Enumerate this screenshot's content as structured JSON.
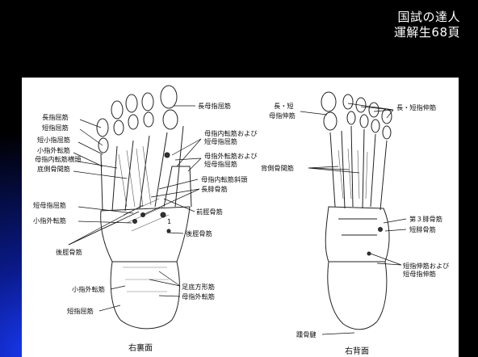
{
  "title": {
    "line1": "国試の達人",
    "line2": "運解生68頁"
  },
  "figure": {
    "left_caption": "右裏面",
    "right_caption": "右背面",
    "plantar_labels": {
      "fhl": "長母指屈筋",
      "fdl": "長指屈筋",
      "fdb_top": "短指屈筋",
      "fdmb": "短小指屈筋",
      "adm_top": "小指外転筋",
      "add_trans": "母指内転筋横頭",
      "plantar_interossei": "底側骨間筋",
      "add_and_fhb_1": "母指内転筋および",
      "add_and_fhb_2": "短母指屈筋",
      "abd_and_fhb_1": "母指外転筋および",
      "abd_and_fhb_2": "短母指屈筋",
      "add_oblique": "母指内転筋斜頭",
      "peroneus_longus": "長腓骨筋",
      "fhb": "短母指屈筋",
      "adm_mid": "小指外転筋",
      "tibialis_anterior": "前脛骨筋",
      "tibialis_posterior_right": "後脛骨筋",
      "tibialis_posterior_left": "後脛骨筋",
      "quadratus_plantae": "足底方形筋",
      "adm_bottom": "小指外転筋",
      "abd_hallucis": "母指外転筋",
      "fdb_bottom": "短指屈筋",
      "marker": "1"
    },
    "dorsal_labels": {
      "ehl_1": "長・短",
      "ehl_2": "母指伸筋",
      "ed": "長・短指伸筋",
      "dorsal_interossei": "背側骨間筋",
      "peroneus_tertius": "第３腓骨筋",
      "peroneus_brevis": "短腓骨筋",
      "edb_1": "短指伸筋および",
      "edb_2": "短母指伸筋",
      "achilles": "踵骨腱"
    }
  }
}
